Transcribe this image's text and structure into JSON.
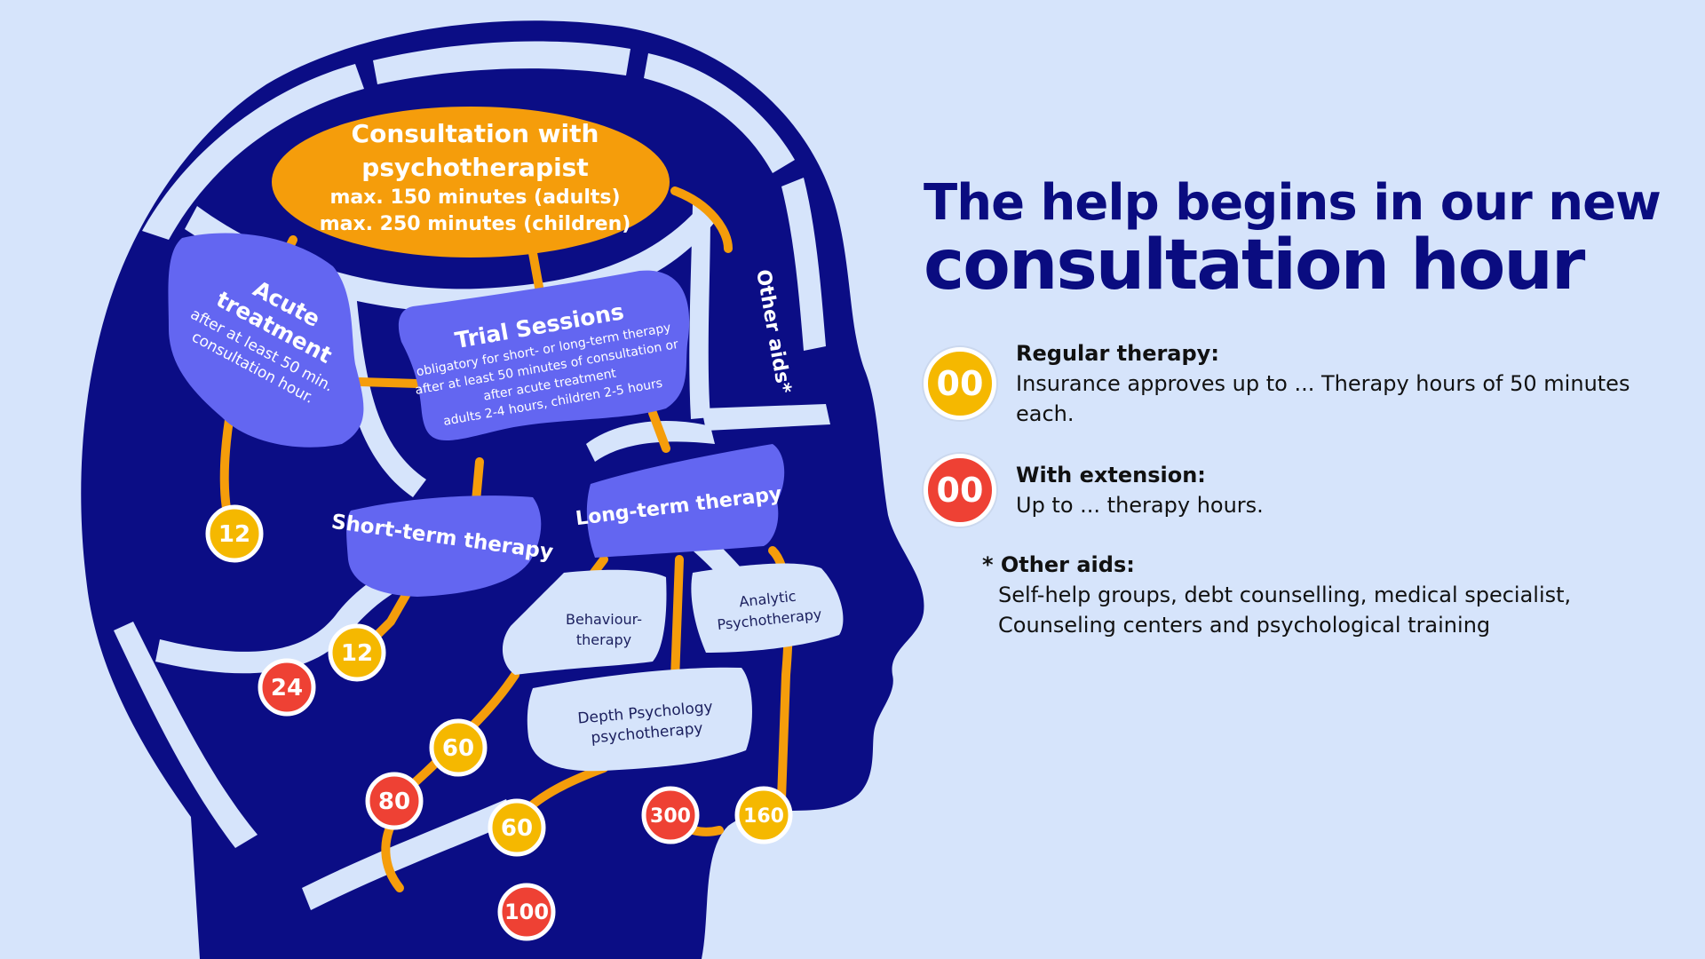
{
  "colors": {
    "background": "#d6e4fb",
    "head_outline": "#0b0d85",
    "light_zone": "#d6e4fb",
    "purple_zone": "#6366f1",
    "orange_zone": "#f59d0b",
    "connector": "#f59d0b",
    "badge_regular": "#f5b800",
    "badge_extended": "#ee4134",
    "headline": "#0a0c80"
  },
  "diagram": {
    "consultation": {
      "title_line1": "Consultation with",
      "title_line2": "psychotherapist",
      "detail_line1": "max. 150 minutes (adults)",
      "detail_line2": "max. 250 minutes (children)"
    },
    "acute": {
      "title_line1": "Acute",
      "title_line2": "treatment",
      "detail_line1": "after at least 50 min.",
      "detail_line2": "consultation hour."
    },
    "trial": {
      "title": "Trial Sessions",
      "detail_line1": "obligatory for short- or long-term therapy",
      "detail_line2": "after at least 50 minutes of consultation or",
      "detail_line3": "after acute treatment",
      "detail_line4": "adults 2-4 hours, children 2-5 hours"
    },
    "other_aids": "Other aids*",
    "short_term": "Short-term therapy",
    "long_term": "Long-term therapy",
    "behaviour": {
      "line1": "Behaviour-",
      "line2": "therapy"
    },
    "analytic": {
      "line1": "Analytic",
      "line2": "Psychotherapy"
    },
    "depth": {
      "line1": "Depth Psychology",
      "line2": "psychotherapy"
    },
    "badges": {
      "acute_regular": "12",
      "short_regular": "12",
      "short_extended": "24",
      "behaviour_regular": "60",
      "behaviour_extended": "80",
      "depth_regular": "60",
      "depth_extended": "100",
      "analytic_extended": "300",
      "analytic_regular": "160"
    }
  },
  "legend": {
    "headline_line1": "The help begins in our new",
    "headline_line2": "consultation hour",
    "regular": {
      "badge": "00",
      "title": "Regular therapy:",
      "description": "Insurance approves up to ... Therapy hours of 50 minutes each."
    },
    "extended": {
      "badge": "00",
      "title": "With extension:",
      "description": "Up to ... therapy hours."
    },
    "other_aids": {
      "title": "* Other aids:",
      "line1": "Self-help groups, debt counselling, medical specialist,",
      "line2": "Counseling centers and psychological training"
    }
  }
}
